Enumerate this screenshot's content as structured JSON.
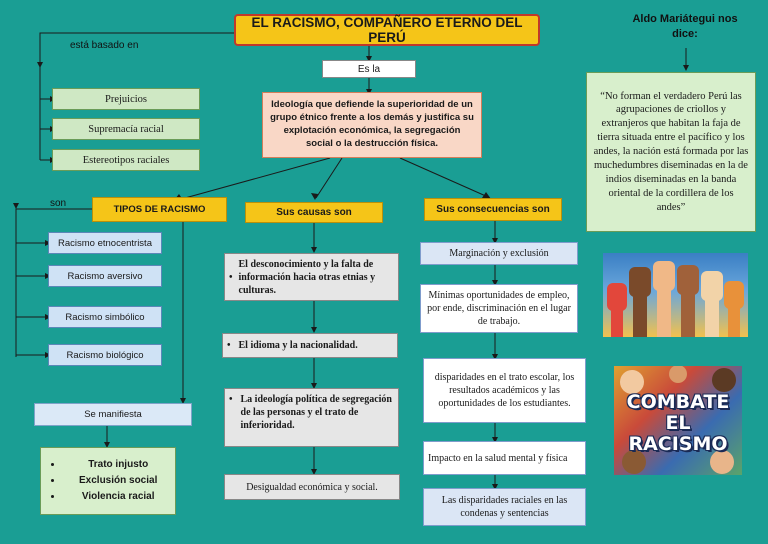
{
  "title": "EL RACISMO, COMPAÑERO ETERNO DEL PERÚ",
  "labels": {
    "basado": "está basado en",
    "es_la": "Es la",
    "son": "son"
  },
  "definition": "Ideología que defiende la superioridad de un grupo étnico frente a los demás y justifica su explotación económica, la segregación social o la destrucción física.",
  "bases": [
    "Prejuicios",
    "Supremacía racial",
    "Estereotipos raciales"
  ],
  "tipos": {
    "header": "TIPOS DE RACISMO",
    "items": [
      "Racismo etnocentrista",
      "Racismo aversivo",
      "Racismo simbólico",
      "Racismo biológico"
    ],
    "manifiesta": "Se manifiesta",
    "manifestaciones": [
      "Trato injusto",
      "Exclusión social",
      "Violencia racial"
    ]
  },
  "causas": {
    "header": "Sus causas son",
    "items": [
      "El desconocimiento y la falta de información hacia otras etnias y culturas.",
      "El idioma y la nacionalidad.",
      "La ideología política de segregación de las personas y el trato de inferioridad."
    ],
    "final": "Desigualdad económica y social."
  },
  "consecuencias": {
    "header": "Sus consecuencias son",
    "items": [
      "Marginación y exclusión",
      "Mínimas oportunidades de empleo, por ende, discriminación en el lugar de trabajo.",
      "disparidades en el trato escolar, los resultados académicos y las oportunidades de los estudiantes.",
      "Impacto en la salud mental y física",
      "Las disparidades raciales en las condenas y sentencias"
    ]
  },
  "quote": {
    "author": "Aldo Mariátegui nos dice:",
    "text": "“No forman el verdadero Perú las agrupaciones de criollos y extranjeros que habitan la faja de tierra situada entre el pacífico y los andes, la nación está formada por las muchedumbres diseminadas en la de indios diseminadas en la banda oriental de la cordillera de los andes”"
  },
  "poster_text": "COMBATE EL RACISMO"
}
